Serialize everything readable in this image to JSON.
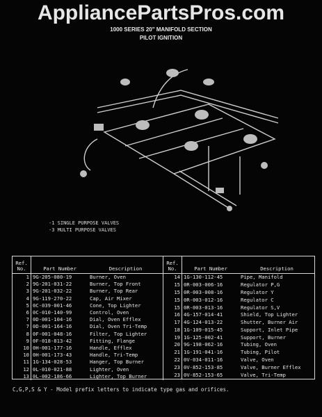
{
  "watermark": "AppliancePartsPros.com",
  "header": {
    "line1": "1000 SERIES 20\" MANIFOLD SECTION",
    "line2": "PILOT IGNITION"
  },
  "legend": {
    "line1": "-1 SINGLE PURPOSE VALVES",
    "line2": "-3 MULTI PURPOSE VALVES"
  },
  "table": {
    "headers": {
      "ref": "Ref. No.",
      "part": "Part Number",
      "desc": "Description"
    },
    "left": [
      {
        "ref": "1",
        "part": "9G-205-080-19",
        "desc": "Burner, Oven"
      },
      {
        "ref": "2",
        "part": "9G-201-031-22",
        "desc": "Burner, Top Front"
      },
      {
        "ref": "3",
        "part": "9G-201-032-22",
        "desc": "Burner, Top Rear"
      },
      {
        "ref": "4",
        "part": "9G-119-270-22",
        "desc": "Cap, Air Mixer"
      },
      {
        "ref": "5",
        "part": "0C-039-001-46",
        "desc": "Cone, Top Lighter"
      },
      {
        "ref": "6",
        "part": "0C-010-140-99",
        "desc": "Control, Oven"
      },
      {
        "ref": "7",
        "part": "0D-001-104-16",
        "desc": "Dial, Oven Efflex"
      },
      {
        "ref": "7",
        "part": "0D-001-164-16",
        "desc": "Dial, Oven Tri-Temp"
      },
      {
        "ref": "8",
        "part": "0F-001-048-16",
        "desc": "Filter, Top Lighter"
      },
      {
        "ref": "9",
        "part": "0F-018-813-42",
        "desc": "Fitting, Flange"
      },
      {
        "ref": "10",
        "part": "0H-001-177-16",
        "desc": "Handle, Efflex"
      },
      {
        "ref": "10",
        "part": "0H-001-173-43",
        "desc": "Handle, Tri-Temp"
      },
      {
        "ref": "11",
        "part": "1G-134-028-53",
        "desc": "Hanger, Top Burner"
      },
      {
        "ref": "12",
        "part": "0L-010-021-88",
        "desc": "Lighter, Oven"
      },
      {
        "ref": "13",
        "part": "0L-002-186-66",
        "desc": "Lighter, Top Burner"
      }
    ],
    "right": [
      {
        "ref": "14",
        "part": "1G-130-112-45",
        "desc": "Pipe, Manifold"
      },
      {
        "ref": "15",
        "part": "0R-003-006-16",
        "desc": "Regulator P,G"
      },
      {
        "ref": "15",
        "part": "0R-003-008-16",
        "desc": "Regulator Y"
      },
      {
        "ref": "15",
        "part": "0R-003-012-16",
        "desc": "Regulator C"
      },
      {
        "ref": "15",
        "part": "0R-003-013-16",
        "desc": "Regulator S,V"
      },
      {
        "ref": "16",
        "part": "4G-157-014-41",
        "desc": "Shield, Top Lighter"
      },
      {
        "ref": "17",
        "part": "4G-124-013-22",
        "desc": "Shutter, Burner Air"
      },
      {
        "ref": "18",
        "part": "1G-109-015-45",
        "desc": "Support, Inlet Pipe"
      },
      {
        "ref": "19",
        "part": "1G-125-002-41",
        "desc": "Support, Burner"
      },
      {
        "ref": "20",
        "part": "9G-198-062-16",
        "desc": "Tubing, Oven"
      },
      {
        "ref": "21",
        "part": "1G-191-041-16",
        "desc": "Tubing, Pilot"
      },
      {
        "ref": "22",
        "part": "0V-034-011-16",
        "desc": "Valve, Oven"
      },
      {
        "ref": "23",
        "part": "0V-852-153-85",
        "desc": "Valve, Burner Efflex"
      },
      {
        "ref": "23",
        "part": "0V-852-153-65",
        "desc": "Valve, Tri-Temp"
      }
    ]
  },
  "note": "C,G,P,S & Y - Model prefix letters to indicate type gas and orifices."
}
